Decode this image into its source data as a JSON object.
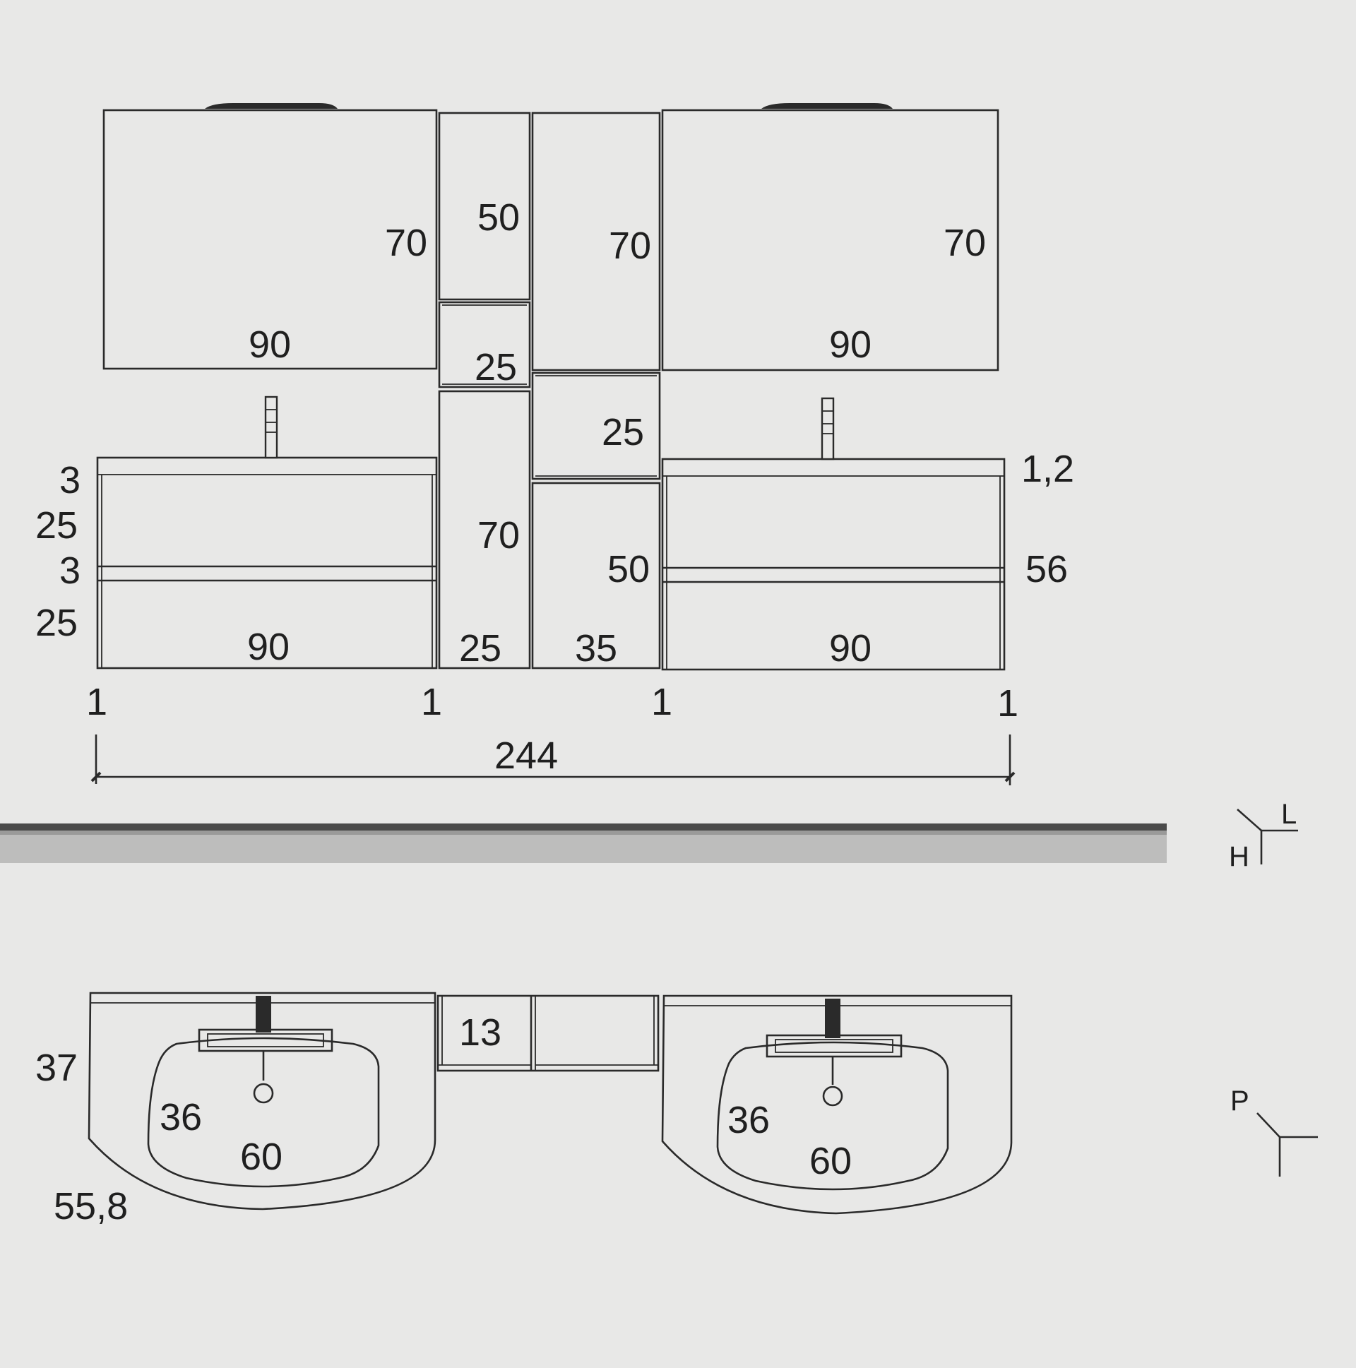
{
  "front_view": {
    "wall_units": {
      "left_cabinet": {
        "height": "70",
        "width": "90"
      },
      "tall_niche_left_top": {
        "height": "50"
      },
      "open_shelf_left": {
        "height": "25"
      },
      "tall_unit_right_top": {
        "height": "70"
      },
      "right_cabinet": {
        "height": "70",
        "width": "90"
      }
    },
    "base_units": {
      "left_vanity": {
        "width": "90"
      },
      "column_left": {
        "height": "70",
        "width": "25"
      },
      "column_right": {
        "open_shelf_height": "25",
        "cabinet_height": "50",
        "width": "35"
      },
      "right_vanity": {
        "width": "90"
      }
    },
    "left_heights": [
      "3",
      "25",
      "3",
      "25"
    ],
    "right_heights": {
      "top": "1,2",
      "total": "56"
    },
    "gaps": [
      "1",
      "1",
      "1",
      "1"
    ],
    "overall_width": "244"
  },
  "axis_front": {
    "l": "L",
    "h": "H"
  },
  "plan_view": {
    "left_top_depth": "37",
    "left_basin_depth": "36",
    "left_basin_width": "60",
    "left_total_depth": "55,8",
    "column_depth": "13",
    "right_basin_depth": "36",
    "right_basin_width": "60"
  },
  "axis_plan": {
    "p": "P"
  }
}
